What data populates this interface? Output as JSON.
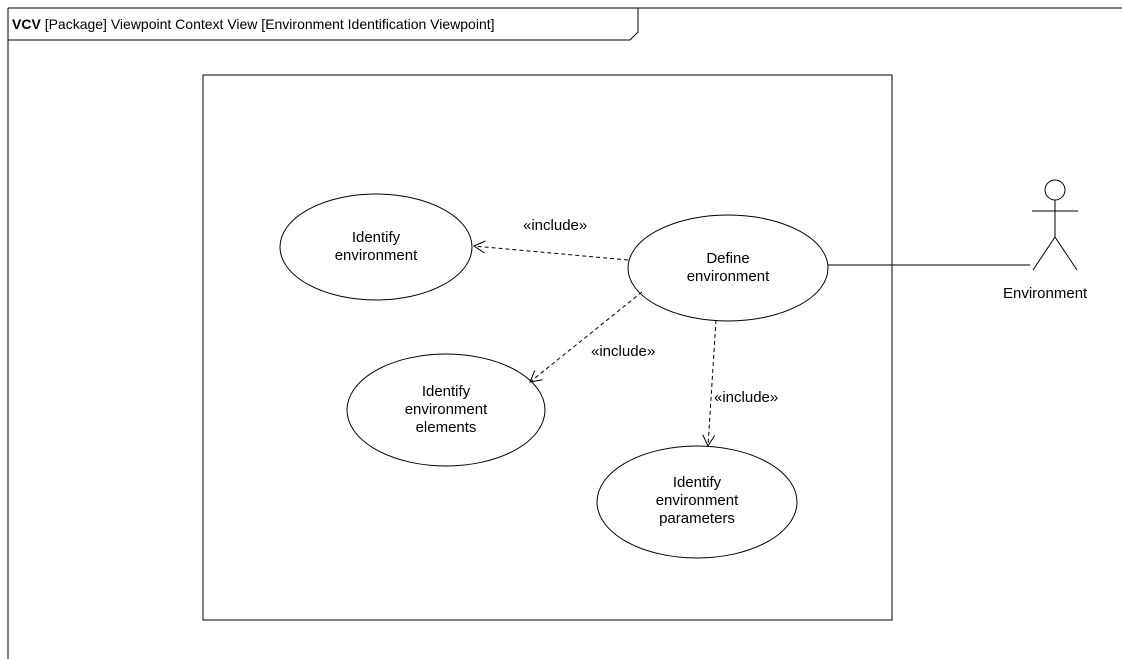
{
  "frame": {
    "kind": "VCV",
    "title": "[Package] Viewpoint Context View [Environment Identification Viewpoint]"
  },
  "use_cases": {
    "identify_environment": [
      "Identify",
      "environment"
    ],
    "define_environment": [
      "Define",
      "environment"
    ],
    "identify_elements": [
      "Identify",
      "environment",
      "elements"
    ],
    "identify_parameters": [
      "Identify",
      "environment",
      "parameters"
    ]
  },
  "relations": {
    "include_1": "«include»",
    "include_2": "«include»",
    "include_3": "«include»"
  },
  "actor": {
    "name": "Environment"
  }
}
